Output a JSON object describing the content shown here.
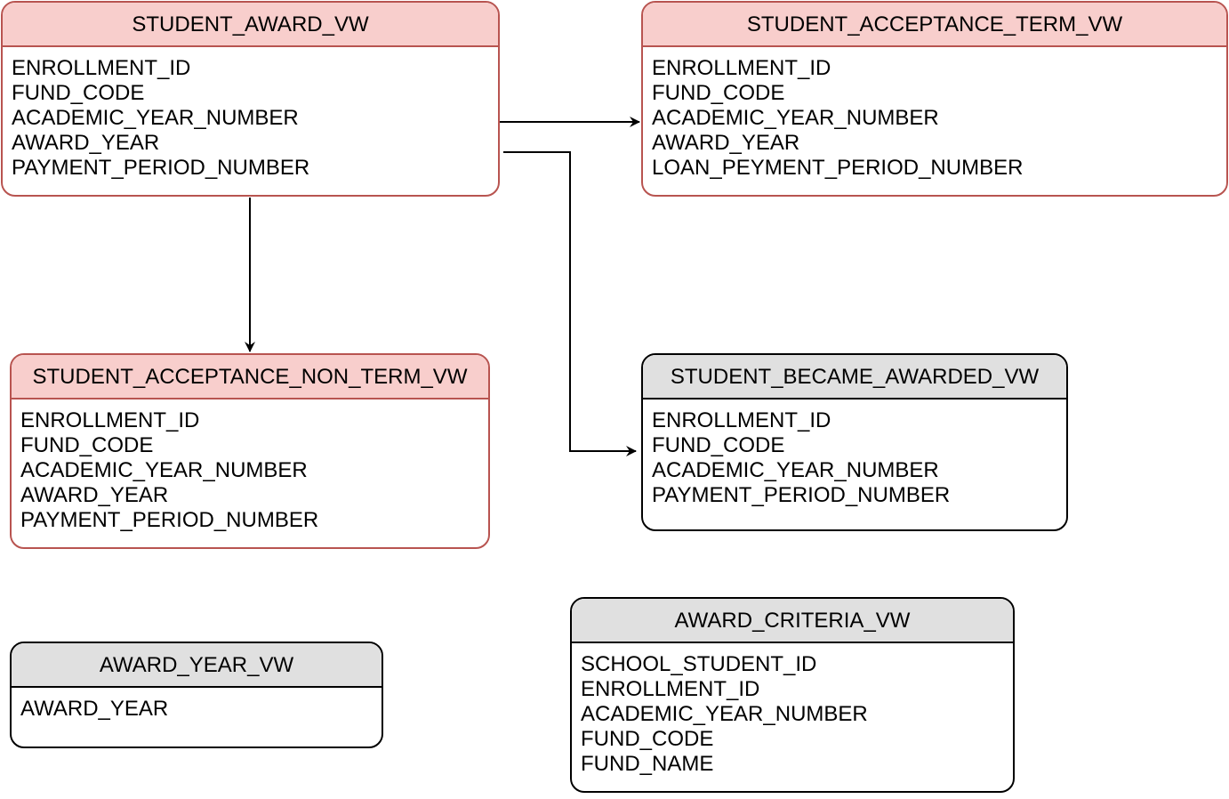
{
  "entities": {
    "student_award_vw": {
      "title": "STUDENT_AWARD_VW",
      "fields": [
        "ENROLLMENT_ID",
        "FUND_CODE",
        "ACADEMIC_YEAR_NUMBER",
        "AWARD_YEAR",
        "PAYMENT_PERIOD_NUMBER"
      ]
    },
    "student_acceptance_term_vw": {
      "title": "STUDENT_ACCEPTANCE_TERM_VW",
      "fields": [
        "ENROLLMENT_ID",
        "FUND_CODE",
        "ACADEMIC_YEAR_NUMBER",
        "AWARD_YEAR",
        "LOAN_PEYMENT_PERIOD_NUMBER"
      ]
    },
    "student_acceptance_non_term_vw": {
      "title": "STUDENT_ACCEPTANCE_NON_TERM_VW",
      "fields": [
        "ENROLLMENT_ID",
        "FUND_CODE",
        "ACADEMIC_YEAR_NUMBER",
        "AWARD_YEAR",
        "PAYMENT_PERIOD_NUMBER"
      ]
    },
    "student_became_awarded_vw": {
      "title": "STUDENT_BECAME_AWARDED_VW",
      "fields": [
        "ENROLLMENT_ID",
        "FUND_CODE",
        "ACADEMIC_YEAR_NUMBER",
        "PAYMENT_PERIOD_NUMBER"
      ]
    },
    "award_year_vw": {
      "title": "AWARD_YEAR_VW",
      "fields": [
        "AWARD_YEAR"
      ]
    },
    "award_criteria_vw": {
      "title": "AWARD_CRITERIA_VW",
      "fields": [
        "SCHOOL_STUDENT_ID",
        "ENROLLMENT_ID",
        "ACADEMIC_YEAR_NUMBER",
        "FUND_CODE",
        "FUND_NAME"
      ]
    }
  },
  "colors": {
    "highlight_fill": "#f8cecc",
    "highlight_stroke": "#b85450",
    "plain_fill": "#e0e0e0",
    "plain_stroke": "#000000",
    "connector": "#000000"
  },
  "connectors": [
    {
      "from": "student_award_vw",
      "to": "student_acceptance_term_vw"
    },
    {
      "from": "student_award_vw",
      "to": "student_acceptance_non_term_vw"
    },
    {
      "from": "student_award_vw",
      "to": "student_became_awarded_vw"
    }
  ]
}
